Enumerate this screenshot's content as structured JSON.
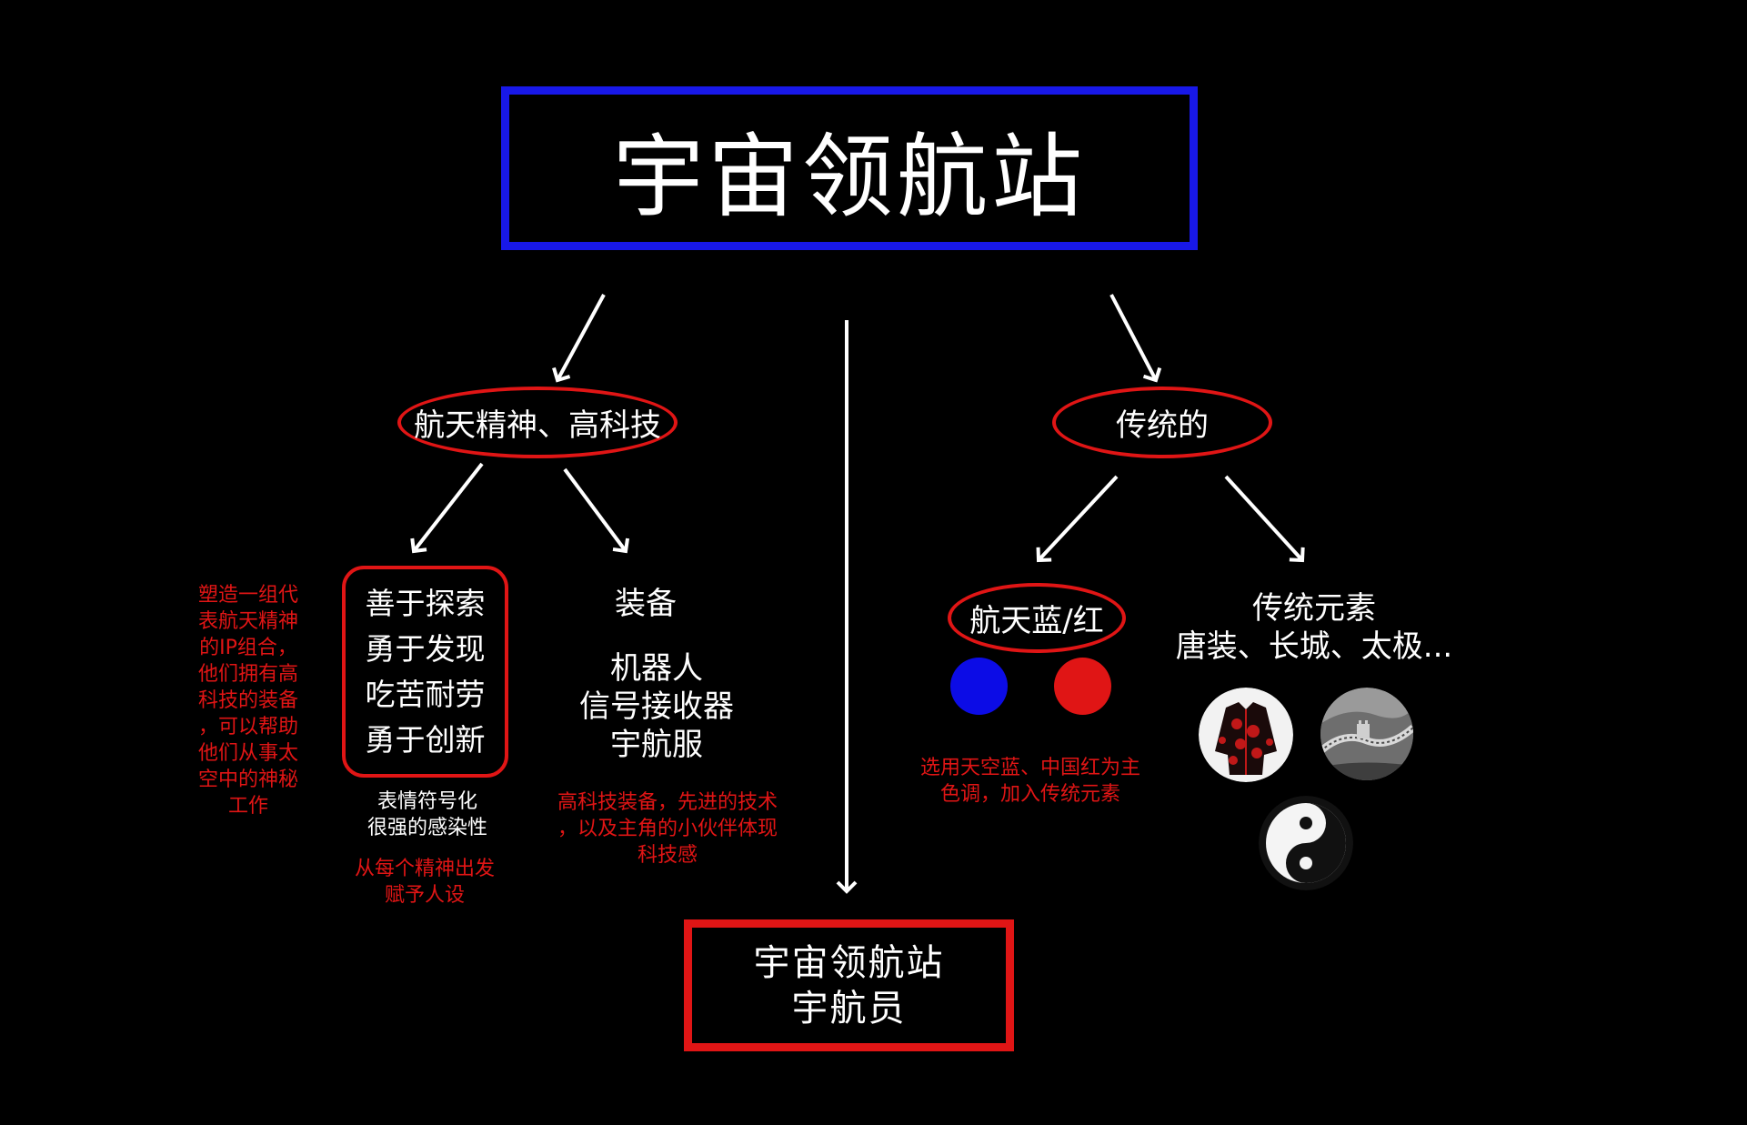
{
  "colors": {
    "background": "#000000",
    "blue": "#1818e8",
    "red": "#e01515",
    "text": "#ffffff"
  },
  "title": "宇宙领航站",
  "branch_left": {
    "label": "航天精神、高科技",
    "spirits": [
      "善于探索",
      "勇于发现",
      "吃苦耐劳",
      "勇于创新"
    ],
    "side_note": [
      "塑造一组代",
      "表航天精神",
      "的IP组合，",
      "他们拥有高",
      "科技的装备",
      "，可以帮助",
      "他们从事太",
      "空中的神秘",
      "工作"
    ],
    "emoji_note": [
      "表情符号化",
      "很强的感染性"
    ],
    "spirit_note": [
      "从每个精神出发",
      "赋予人设"
    ],
    "equipment_title": "装备",
    "equipment_items": [
      "机器人",
      "信号接收器",
      "宇航服"
    ],
    "equipment_note": [
      "高科技装备，先进的技术",
      "，以及主角的小伙伴体现",
      "科技感"
    ]
  },
  "branch_right": {
    "label": "传统的",
    "color_label": "航天蓝/红",
    "color_swatches": [
      "#0c0ce6",
      "#e01515"
    ],
    "color_note": [
      "选用天空蓝、中国红为主",
      "色调，加入传统元素"
    ],
    "elements_title": "传统元素",
    "elements_list": "唐装、长城、太极...",
    "element_images": [
      "tang-suit-image",
      "great-wall-image",
      "taiji-image"
    ]
  },
  "result": {
    "line1": "宇宙领航站",
    "line2": "宇航员"
  }
}
